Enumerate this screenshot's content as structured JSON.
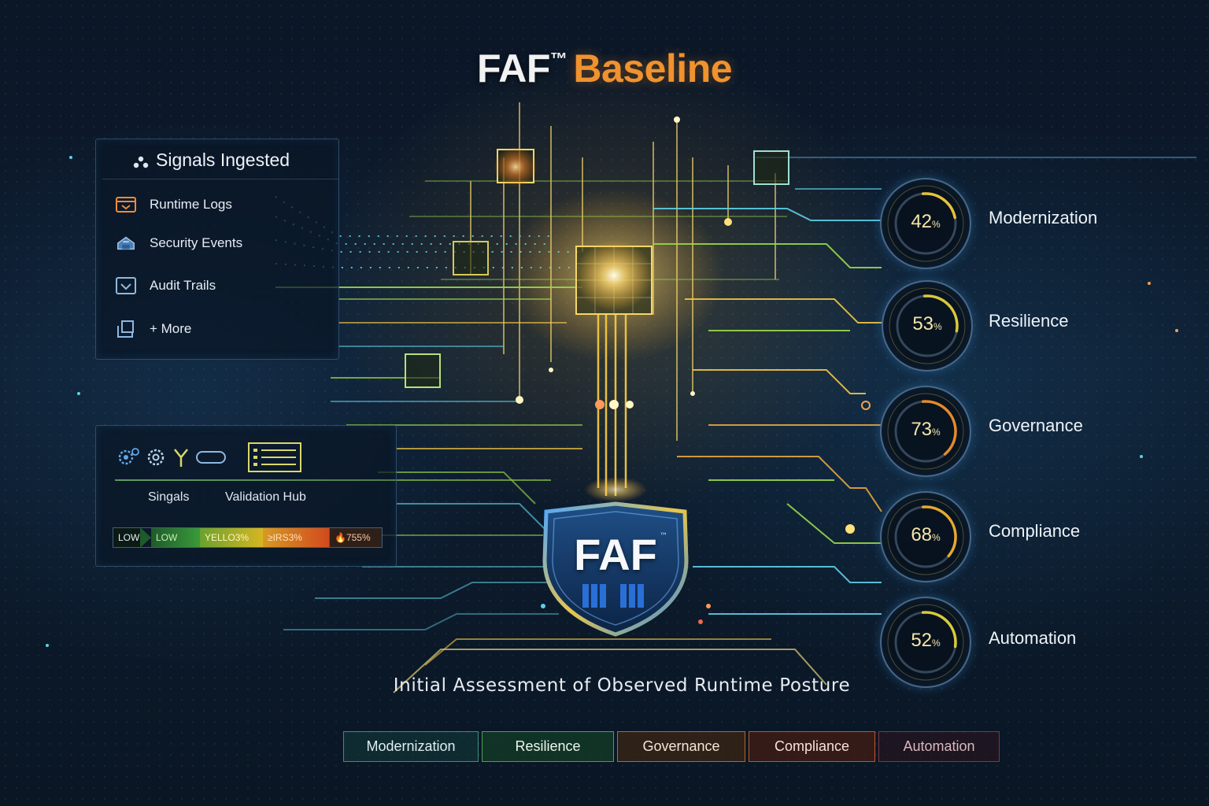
{
  "header": {
    "title_part1": "FAF",
    "title_tm": "™",
    "title_part2": "Baseline"
  },
  "signals_panel": {
    "title": "Signals Ingested",
    "items": [
      {
        "label": "Runtime Logs",
        "icon": "log-window-icon"
      },
      {
        "label": "Security Events",
        "icon": "cloud-security-icon"
      },
      {
        "label": "Audit Trails",
        "icon": "checkbox-audit-icon"
      },
      {
        "label": "+ More",
        "icon": "stack-more-icon"
      }
    ]
  },
  "hub_panel": {
    "label_signals": "Singals",
    "label_hub": "Validation Hub",
    "level_bar": [
      {
        "label": "LOW",
        "color": "#0b1a14"
      },
      {
        "label": "LOW",
        "color": "#2e8a3a"
      },
      {
        "label": "YELLO3%",
        "color": "#b9a021"
      },
      {
        "label": "≥IRS3%",
        "color": "#d2561f"
      },
      {
        "label": "🔥755%",
        "color": "#3a2418"
      }
    ]
  },
  "center": {
    "shield_text": "FAF",
    "shield_tm": "™",
    "subtitle": "Initial Assessment of Observed Runtime Posture"
  },
  "gauges": [
    {
      "label": "Modernization",
      "value": "42",
      "unit": "%",
      "percent": 42,
      "color": "#e6c23a"
    },
    {
      "label": "Resilience",
      "value": "53",
      "unit": "%",
      "percent": 53,
      "color": "#d9c83a"
    },
    {
      "label": "Governance",
      "value": "73",
      "unit": "%",
      "percent": 73,
      "color": "#e58a2a"
    },
    {
      "label": "Compliance",
      "value": "68",
      "unit": "%",
      "percent": 68,
      "color": "#e6a82f"
    },
    {
      "label": "Automation",
      "value": "52",
      "unit": "%",
      "percent": 52,
      "color": "#d8cc3a"
    }
  ],
  "tabs": [
    {
      "label": "Modernization",
      "border": "#3f8d7f",
      "bg": "rgba(20,60,60,0.55)",
      "text": "#dfeeee"
    },
    {
      "label": "Resilience",
      "border": "#4aa05a",
      "bg": "rgba(20,70,40,0.6)",
      "text": "#eef6ee"
    },
    {
      "label": "Governance",
      "border": "#b06a26",
      "bg": "rgba(70,40,15,0.6)",
      "text": "#f3e6d6"
    },
    {
      "label": "Compliance",
      "border": "#c0552a",
      "bg": "rgba(80,30,15,0.6)",
      "text": "#f6e2da"
    },
    {
      "label": "Automation",
      "border": "#7a3a40",
      "bg": "rgba(45,20,30,0.55)",
      "text": "#d9b8bc"
    }
  ],
  "colors": {
    "accent_orange": "#f0922e",
    "circuit_gold": "#f2c744",
    "circuit_green": "#9bd94a",
    "circuit_cyan": "#5fd0e6"
  }
}
